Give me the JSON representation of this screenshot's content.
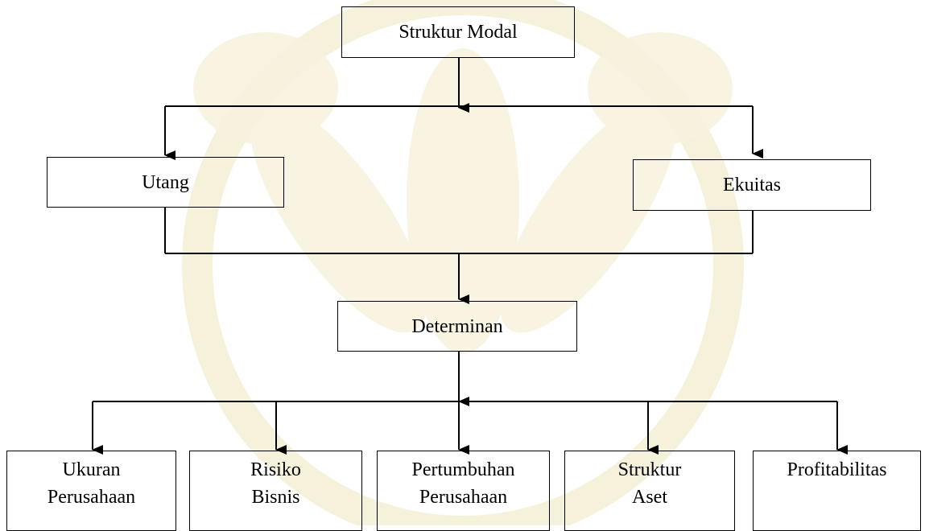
{
  "diagram": {
    "root": {
      "label": "Struktur Modal"
    },
    "branches": {
      "utang": {
        "label": "Utang"
      },
      "ekuitas": {
        "label": "Ekuitas"
      }
    },
    "middle": {
      "label": "Determinan"
    },
    "factors": [
      {
        "line1": "Ukuran",
        "line2": "Perusahaan"
      },
      {
        "line1": "Risiko",
        "line2": "Bisnis"
      },
      {
        "line1": "Pertumbuhan",
        "line2": "Perusahaan"
      },
      {
        "line1": "Struktur",
        "line2": "Aset"
      },
      {
        "line1": "Profitabilitas",
        "line2": ""
      }
    ]
  },
  "watermark": {
    "color": "#f7f2dc"
  }
}
